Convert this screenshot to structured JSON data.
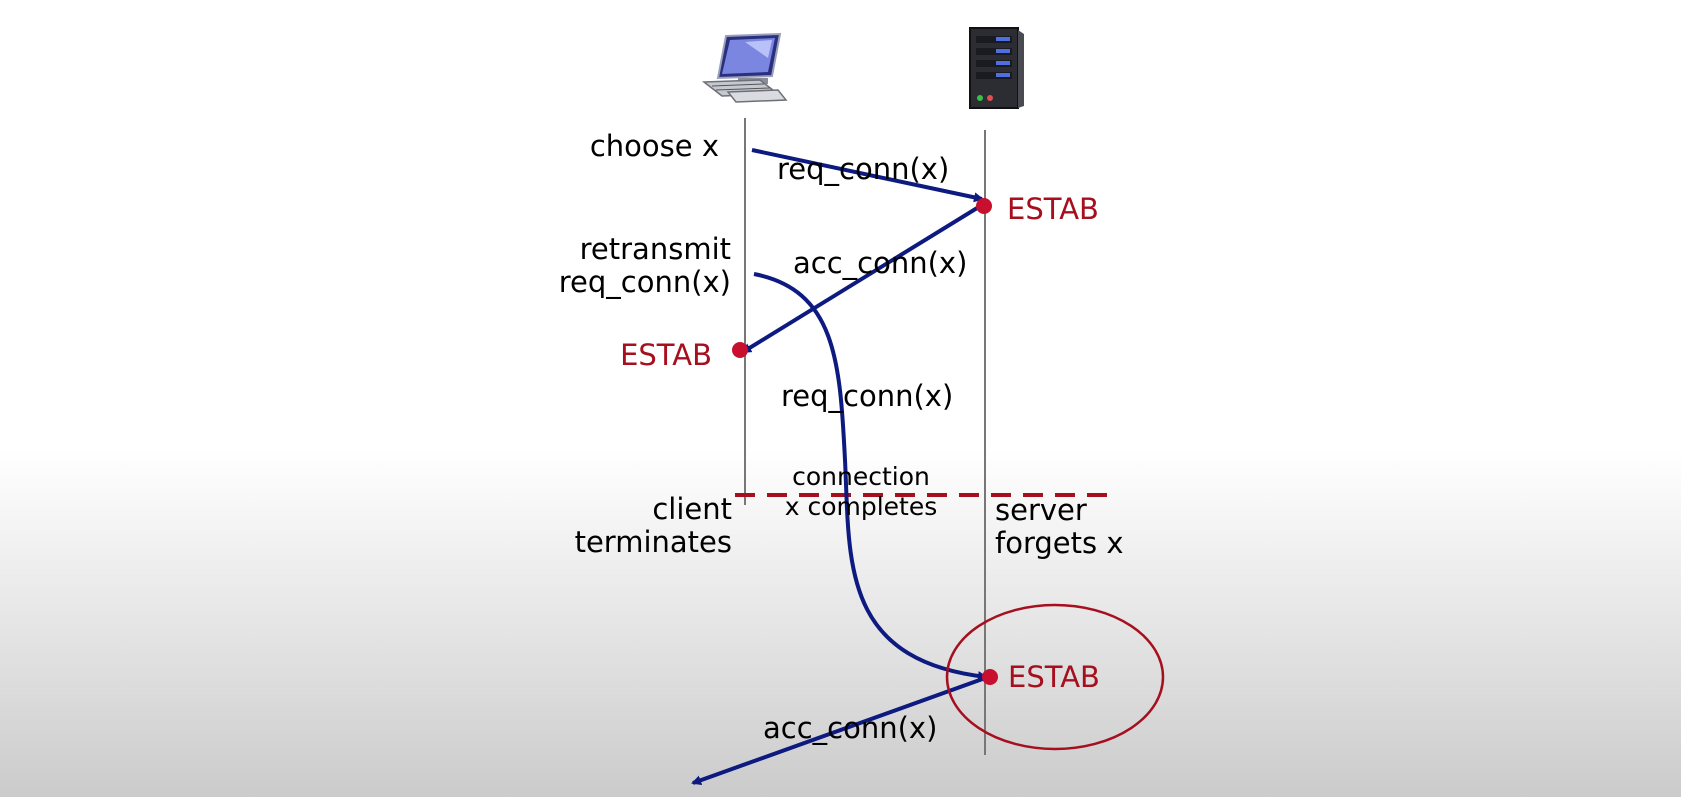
{
  "client": {
    "choose": "choose x",
    "retransmit_1": "retransmit",
    "retransmit_2": "req_conn(x)",
    "estab": "ESTAB",
    "terminates_1": "client",
    "terminates_2": "terminates"
  },
  "server": {
    "estab_1": "ESTAB",
    "estab_2": "ESTAB",
    "forgets_1": "server",
    "forgets_2": "forgets x"
  },
  "messages": {
    "req_1": "req_conn(x)",
    "acc_1": "acc_conn(x)",
    "req_2": "req_conn(x)",
    "acc_2": "acc_conn(x)"
  },
  "note": {
    "line_1": "connection",
    "line_2": "x completes"
  },
  "icons": {
    "client": "desktop-computer-icon",
    "server": "server-tower-icon"
  },
  "colors": {
    "message": "#0d1a80",
    "state": "#a50f1e",
    "timeline": "#777777"
  }
}
